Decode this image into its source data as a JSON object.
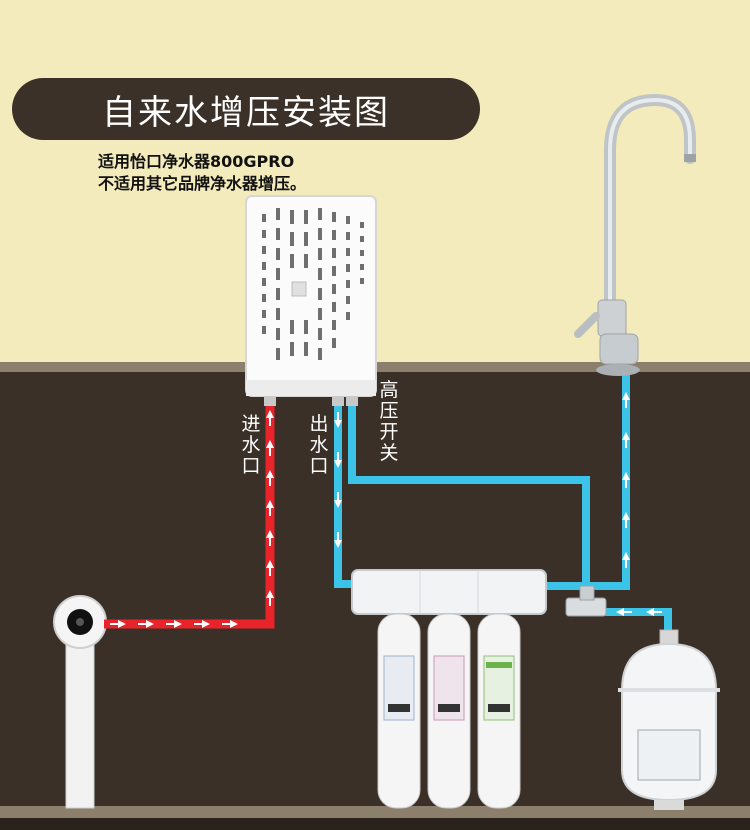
{
  "title": "自来水增压安装图",
  "subtitle_lines": [
    "适用怡口净水器800GPRO",
    "不适用其它品牌净水器增压。"
  ],
  "labels": {
    "inlet": [
      "进",
      "水",
      "口"
    ],
    "outlet": [
      "出",
      "水",
      "口"
    ],
    "high_pressure_switch": [
      "高",
      "压",
      "开",
      "关"
    ]
  },
  "colors": {
    "wall": "#f4ebbd",
    "ground": "#3a3028",
    "title_bg": "#3c3128",
    "inlet_pipe": "#e8232a",
    "purified_pipe": "#3bc3e8"
  }
}
